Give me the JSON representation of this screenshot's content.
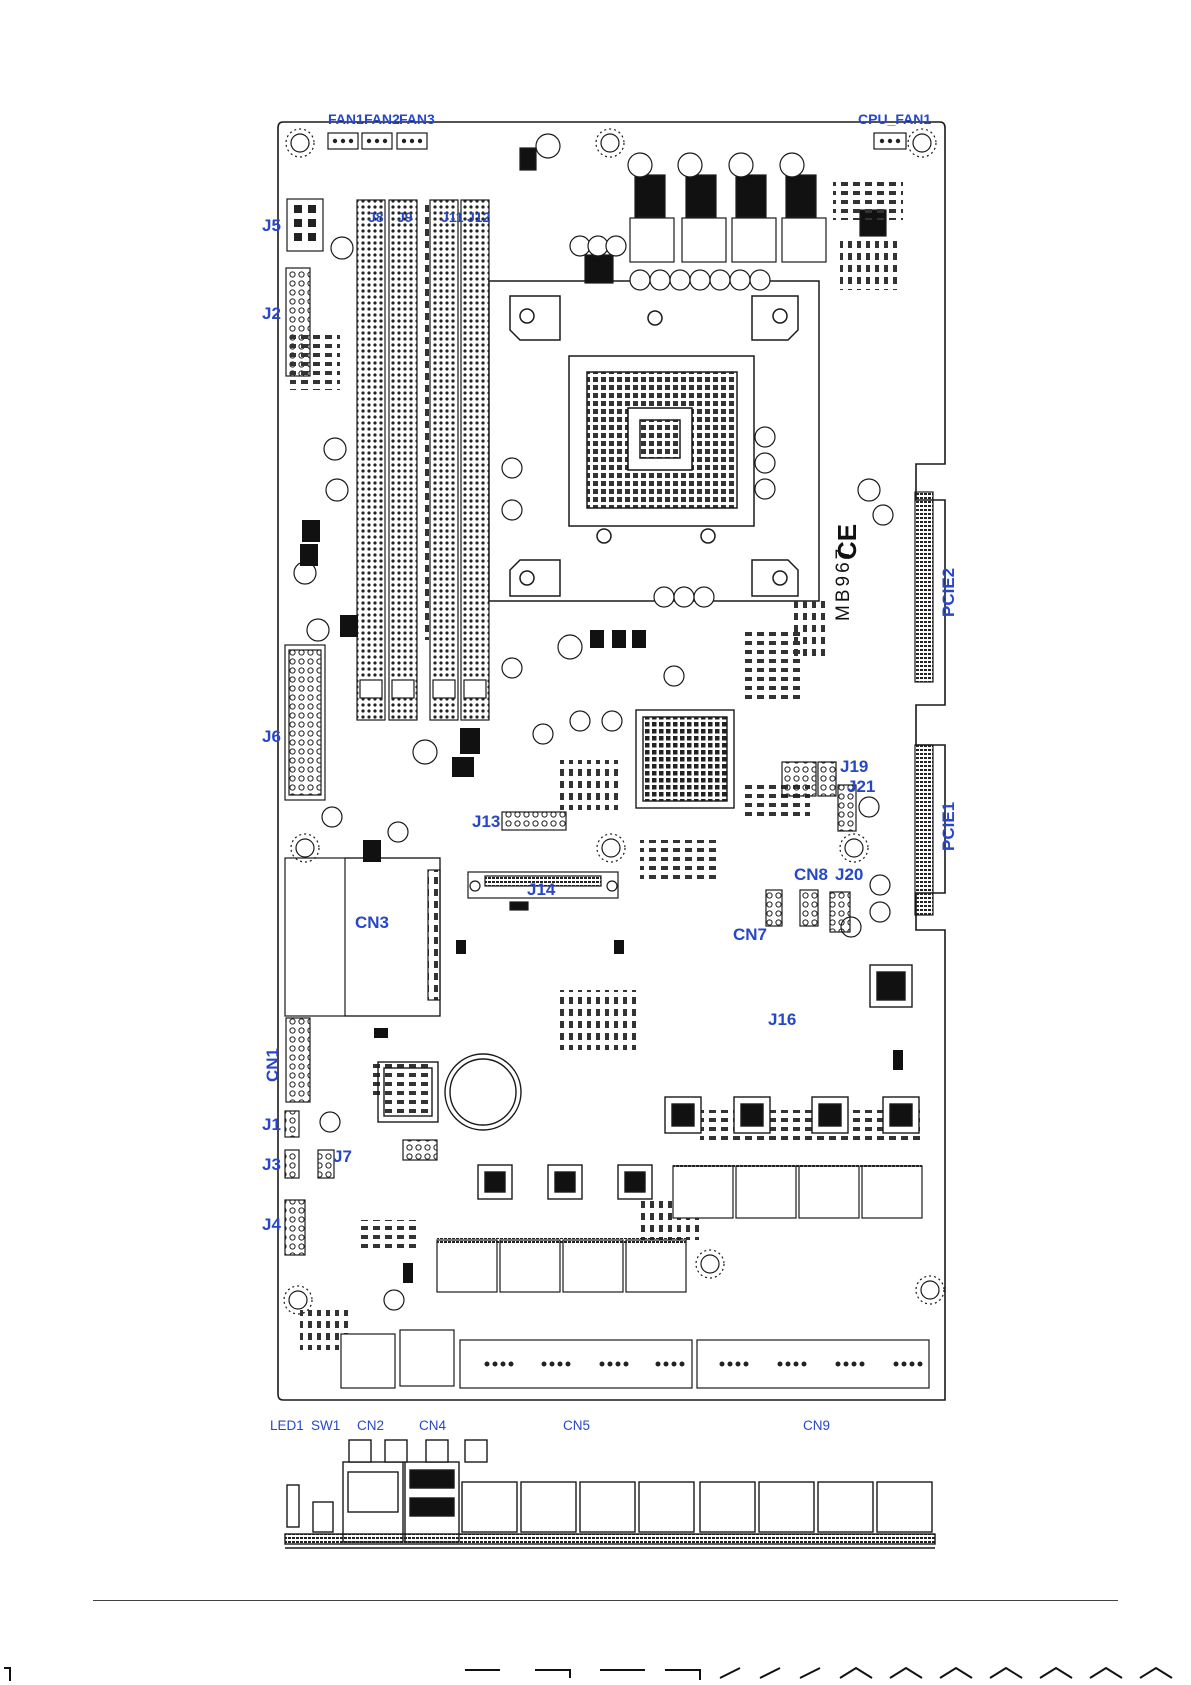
{
  "board": {
    "model": "MB967",
    "ce_mark": "CE"
  },
  "connectors": {
    "fan1": "FAN1",
    "fan2": "FAN2",
    "fan3": "FAN3",
    "cpu_fan1": "CPU_FAN1",
    "j5": "J5",
    "j8": "J8",
    "j9": "J9",
    "j11": "J11",
    "j12": "J12",
    "j2": "J2",
    "j6": "J6",
    "j13": "J13",
    "j14": "J14",
    "j19": "J19",
    "j21": "J21",
    "pcie1": "PCIE1",
    "pcie2": "PCIE2",
    "cn3": "CN3",
    "cn8": "CN8",
    "j20": "J20",
    "cn7": "CN7",
    "j16": "J16",
    "cn1": "CN1",
    "j1": "J1",
    "j3": "J3",
    "j7": "J7",
    "j4": "J4"
  },
  "io_labels": {
    "led1": "LED1",
    "sw1": "SW1",
    "cn2": "CN2",
    "cn4": "CN4",
    "cn5": "CN5",
    "cn9": "CN9"
  },
  "colors": {
    "label": "#2747c8",
    "line": "#1a1a1a",
    "board": "#ffffff"
  }
}
